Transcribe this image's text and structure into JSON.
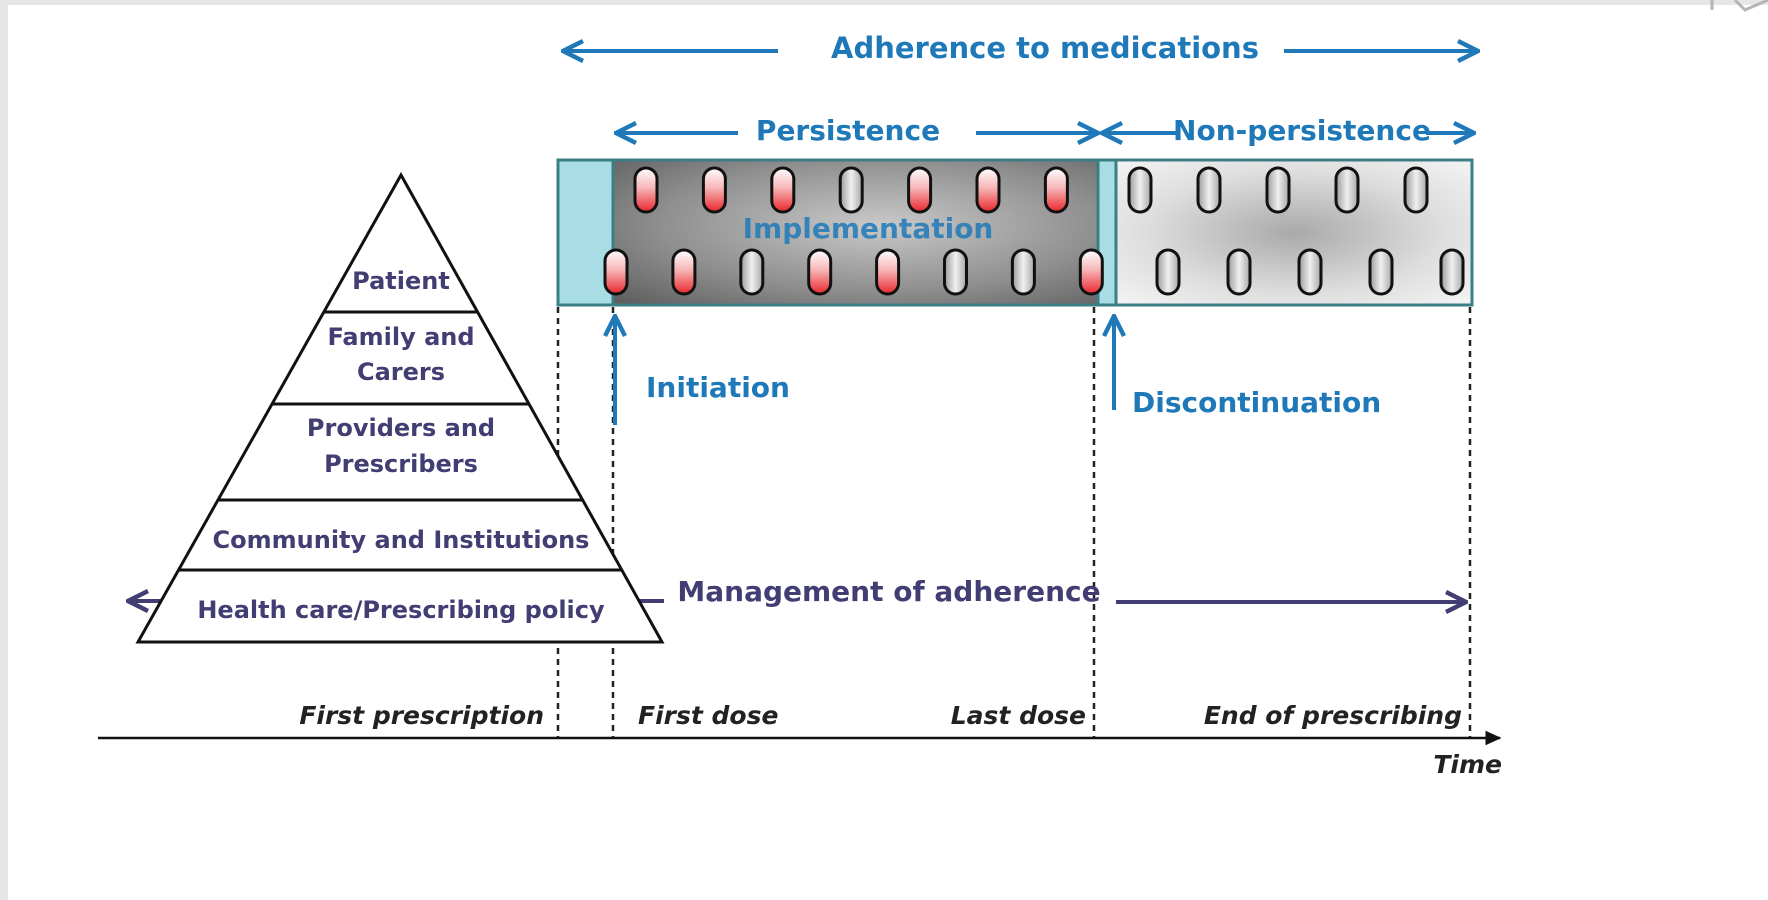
{
  "adherence_label": "Adherence to medications",
  "persistence_label": "Persistence",
  "non_persistence_label": "Non-persistence",
  "implementation_label": "Implementation",
  "initiation_label": "Initiation",
  "discontinuation_label": "Discontinuation",
  "management_label": "Management of adherence",
  "pyramid_levels": [
    {
      "lines": [
        "Patient"
      ]
    },
    {
      "lines": [
        "Family and",
        "Carers"
      ]
    },
    {
      "lines": [
        "Providers and",
        "Prescribers"
      ]
    },
    {
      "lines": [
        "Community and Institutions"
      ]
    },
    {
      "lines": [
        "Health care/Prescribing policy"
      ]
    }
  ],
  "timeline": {
    "first_prescription": "First prescription",
    "first_dose": "First dose",
    "last_dose": "Last dose",
    "end_of_prescribing": "End of prescribing",
    "time": "Time"
  },
  "pills": {
    "implementation_top_row_taken": [
      true,
      true,
      true,
      false,
      true,
      true,
      true
    ],
    "implementation_bottom_row_taken": [
      true,
      true,
      false,
      true,
      true,
      false,
      false,
      true
    ],
    "non_persistence_top_count": 5,
    "non_persistence_bottom_count": 5
  },
  "colors": {
    "primary_blue": "#1f79b9",
    "navy": "#423d72",
    "cyan_band": "#a8dde6",
    "pill_red": "#e8262c",
    "background": "#e6e6e6"
  }
}
